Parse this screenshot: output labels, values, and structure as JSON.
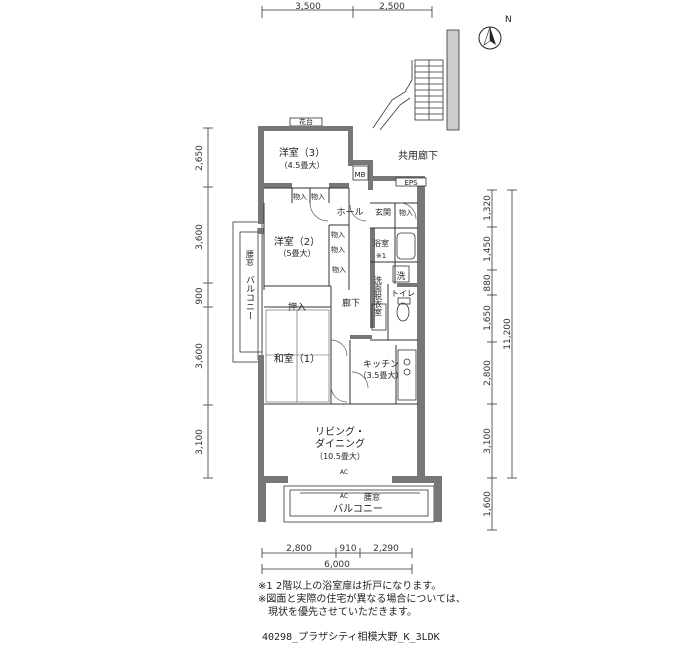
{
  "dimensions": {
    "top": [
      "3,500",
      "2,500"
    ],
    "left": [
      "2,650",
      "3,600",
      "900",
      "3,600",
      "3,100"
    ],
    "right_inner": [
      "1,320",
      "1,450",
      "880",
      "1,650",
      "2,800",
      "3,100",
      "1,600"
    ],
    "right_total": "11,200",
    "bottom": [
      "2,800",
      "910",
      "2,290"
    ],
    "bottom_total": "6,000"
  },
  "rooms": {
    "flower_box": "花台",
    "western_3": "洋室（3）",
    "western_3_size": "（4.5畳大）",
    "storage": "物入",
    "mb": "MB",
    "eps": "EPS",
    "shared_corridor": "共用廊下",
    "hall": "ホール",
    "entrance": "玄関",
    "western_2": "洋室（2）",
    "western_2_size": "（5畳大）",
    "bay_window": "腰窓",
    "balcony": "バルコニー",
    "bath": "浴室",
    "bath_note_mark": "※1",
    "washer": "洗",
    "washroom": "洗面脱衣室",
    "toilet": "トイレ",
    "closet": "押入",
    "corridor": "廊下",
    "japanese_1": "和室（1）",
    "kitchen": "キッチン",
    "kitchen_size": "（3.5畳大）",
    "living": "リビング・",
    "dining": "ダイニング",
    "living_size": "（10.5畳大）",
    "ac": "AC"
  },
  "notes": [
    "※1 2階以上の浴室扉は折戸になります。",
    "※図面と実際の住宅が異なる場合については、",
    "　現状を優先させていただきます。"
  ],
  "plan_code": "40298_プラザシティ相模大野_K_3LDK",
  "compass": {
    "label": "N",
    "icon": "compass-icon"
  }
}
